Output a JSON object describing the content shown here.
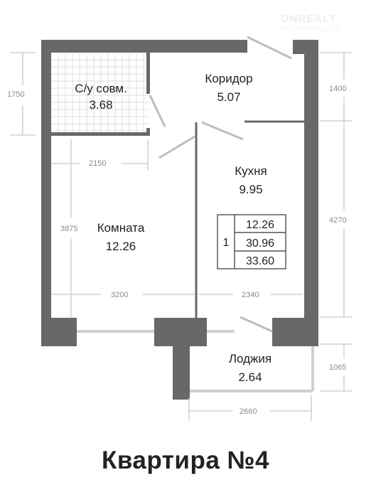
{
  "watermark": {
    "brand": "ONREALT",
    "domain": "real estate portal"
  },
  "rooms": {
    "bathroom": {
      "name": "С/у совм.",
      "area": "3.68"
    },
    "corridor": {
      "name": "Коридор",
      "area": "5.07"
    },
    "kitchen": {
      "name": "Кухня",
      "area": "9.95"
    },
    "living": {
      "name": "Комната",
      "area": "12.26"
    },
    "loggia": {
      "name": "Лоджия",
      "area": "2.64"
    }
  },
  "summary": {
    "rooms_count": "1",
    "living_area": "12.26",
    "total_area": "30.96",
    "total_with_loggia": "33.60"
  },
  "dimensions": {
    "bathroom_height": "1750",
    "bathroom_width": "2150",
    "living_height": "3875",
    "living_width": "3200",
    "kitchen_width": "2340",
    "corridor_height": "1400",
    "kitchen_height": "4270",
    "loggia_height": "1065",
    "loggia_width": "2660"
  },
  "title": "Квартира №4",
  "colors": {
    "wall": "#686868",
    "window": "#cfcfcf",
    "dimension": "#8a8a8a"
  }
}
